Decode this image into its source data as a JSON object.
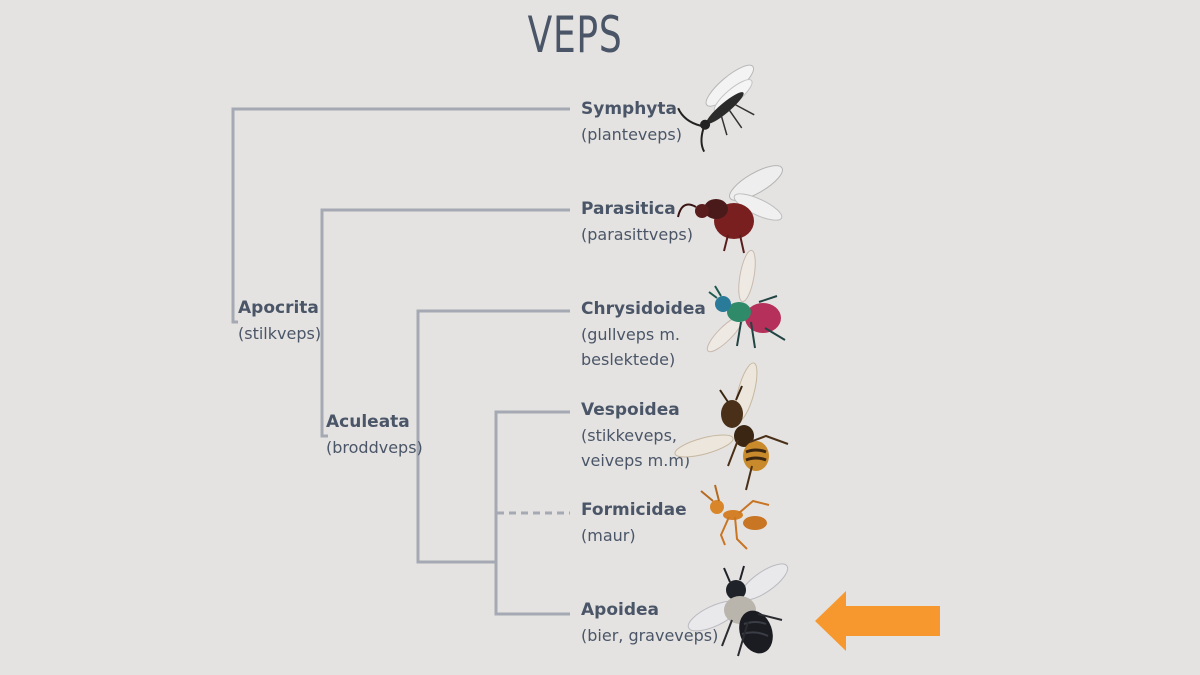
{
  "title": "VEPS",
  "colors": {
    "background": "#e5e3e1",
    "text": "#4a5668",
    "branch": "#a5a9b3",
    "arrow": "#f7982f"
  },
  "taxa": {
    "symphyta": {
      "name": "Symphyta",
      "common": [
        "(planteveps)"
      ]
    },
    "parasitica": {
      "name": "Parasitica",
      "common": [
        "(parasittveps)"
      ]
    },
    "chrysidoidea": {
      "name": "Chrysidoidea",
      "common": [
        "(gullveps m.",
        "beslektede)"
      ]
    },
    "vespoidea": {
      "name": "Vespoidea",
      "common": [
        "(stikkeveps,",
        "veiveps m.m)"
      ]
    },
    "formicidae": {
      "name": "Formicidae",
      "common": [
        "(maur)"
      ]
    },
    "apoidea": {
      "name": "Apoidea",
      "common": [
        "(bier, graveveps)"
      ]
    }
  },
  "clades": {
    "apocrita": {
      "name": "Apocrita",
      "common": "(stilkveps)"
    },
    "aculeata": {
      "name": "Aculeata",
      "common": "(broddveps)"
    }
  },
  "images": [
    {
      "taxon": "Symphyta",
      "icon": "sawfly-icon"
    },
    {
      "taxon": "Parasitica",
      "icon": "parasitic-wasp-icon"
    },
    {
      "taxon": "Chrysidoidea",
      "icon": "cuckoo-wasp-icon"
    },
    {
      "taxon": "Vespoidea",
      "icon": "wasp-icon"
    },
    {
      "taxon": "Formicidae",
      "icon": "ant-icon"
    },
    {
      "taxon": "Apoidea",
      "icon": "bee-icon"
    }
  ],
  "highlight": {
    "target": "Apoidea",
    "icon": "arrow-left-icon"
  }
}
